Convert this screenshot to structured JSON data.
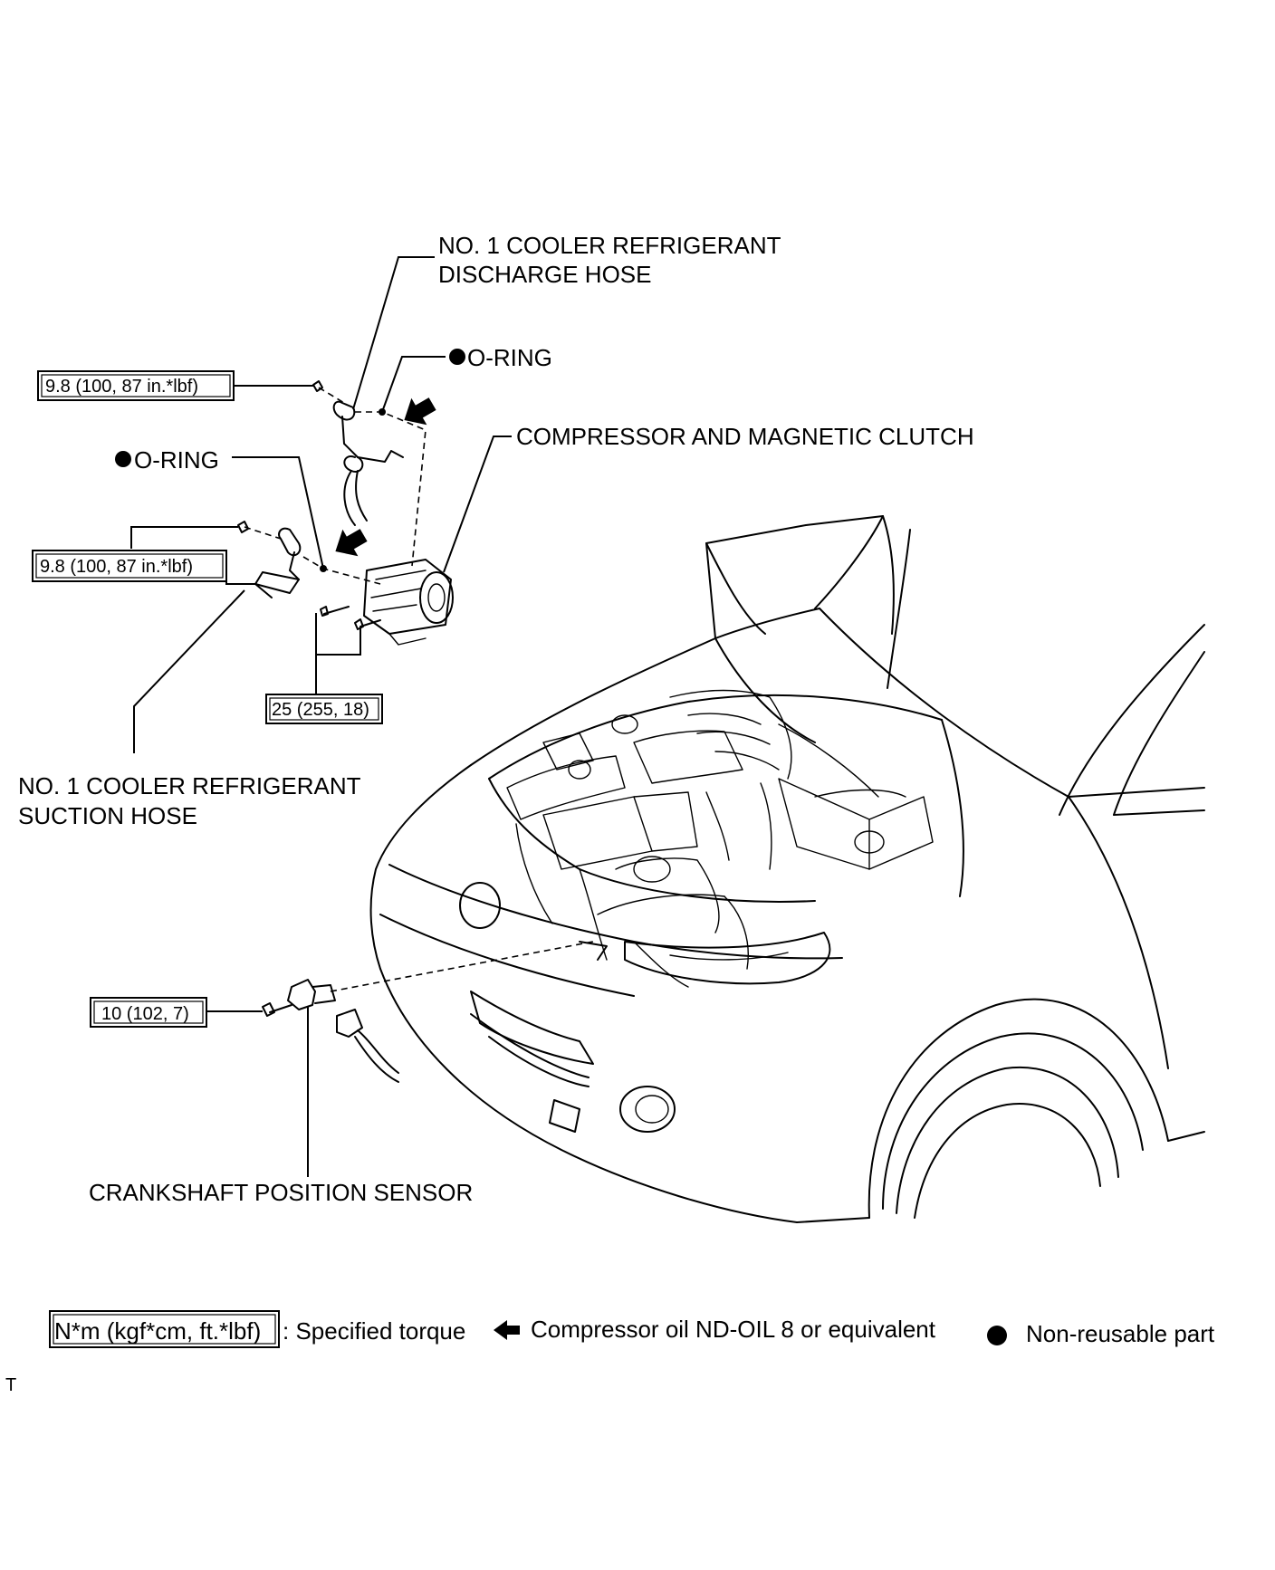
{
  "labels": {
    "discharge_hose_line1": "NO. 1 COOLER REFRIGERANT",
    "discharge_hose_line2": "DISCHARGE HOSE",
    "o_ring_upper": "O-RING",
    "o_ring_lower": "O-RING",
    "compressor": "COMPRESSOR AND MAGNETIC CLUTCH",
    "suction_hose_line1": "NO. 1 COOLER REFRIGERANT",
    "suction_hose_line2": "SUCTION HOSE",
    "crankshaft_sensor": "CRANKSHAFT POSITION SENSOR"
  },
  "torque_specs": {
    "discharge_bolt": "9.8 (100, 87 in.*lbf)",
    "suction_bolt": "9.8 (100, 87 in.*lbf)",
    "compressor_bolts": "25 (255, 18)",
    "sensor_bolt": "10 (102, 7)"
  },
  "legend": {
    "torque_box": "N*m (kgf*cm, ft.*lbf)",
    "torque_desc": ": Specified torque",
    "oil_desc": "Compressor oil ND-OIL 8 or equivalent",
    "nonreusable_desc": "Non-reusable part"
  },
  "corner_mark": "T",
  "icons": {
    "non_reusable": "filled-circle-icon",
    "oil_apply": "left-arrow-icon"
  },
  "colors": {
    "ink": "#000000",
    "paper": "#ffffff"
  }
}
